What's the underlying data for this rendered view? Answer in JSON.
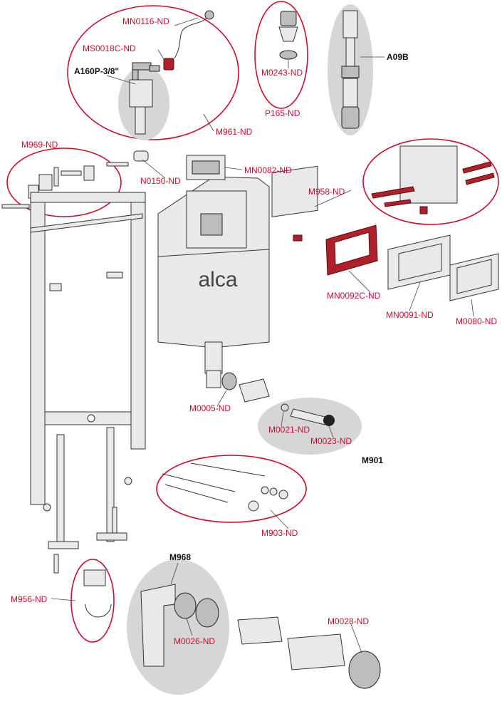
{
  "brand": "alca",
  "colors": {
    "label_red": "#c8102e",
    "label_black": "#111111",
    "ring_red": "#c8102e",
    "highlight_gray": "#d6d6d6",
    "part_red": "#b0202a"
  },
  "labels": {
    "mn0116": "MN0116-ND",
    "ms0018c": "MS0018C-ND",
    "a160p": "A160P-3/8\"",
    "m961": "M961-ND",
    "m0243": "M0243-ND",
    "p165": "P165-ND",
    "a09b": "A09B",
    "m969": "M969-ND",
    "n0150": "N0150-ND",
    "mn0082": "MN0082-ND",
    "m958": "M958-ND",
    "mn0092c": "MN0092C-ND",
    "mn0091": "MN0091-ND",
    "m0080": "M0080-ND",
    "m0005": "M0005-ND",
    "m0021": "M0021-ND",
    "m0023": "M0023-ND",
    "m901": "M901",
    "m903": "M903-ND",
    "m968": "M968",
    "m956": "M956-ND",
    "m0026": "M0026-ND",
    "m0028": "M0028-ND"
  }
}
